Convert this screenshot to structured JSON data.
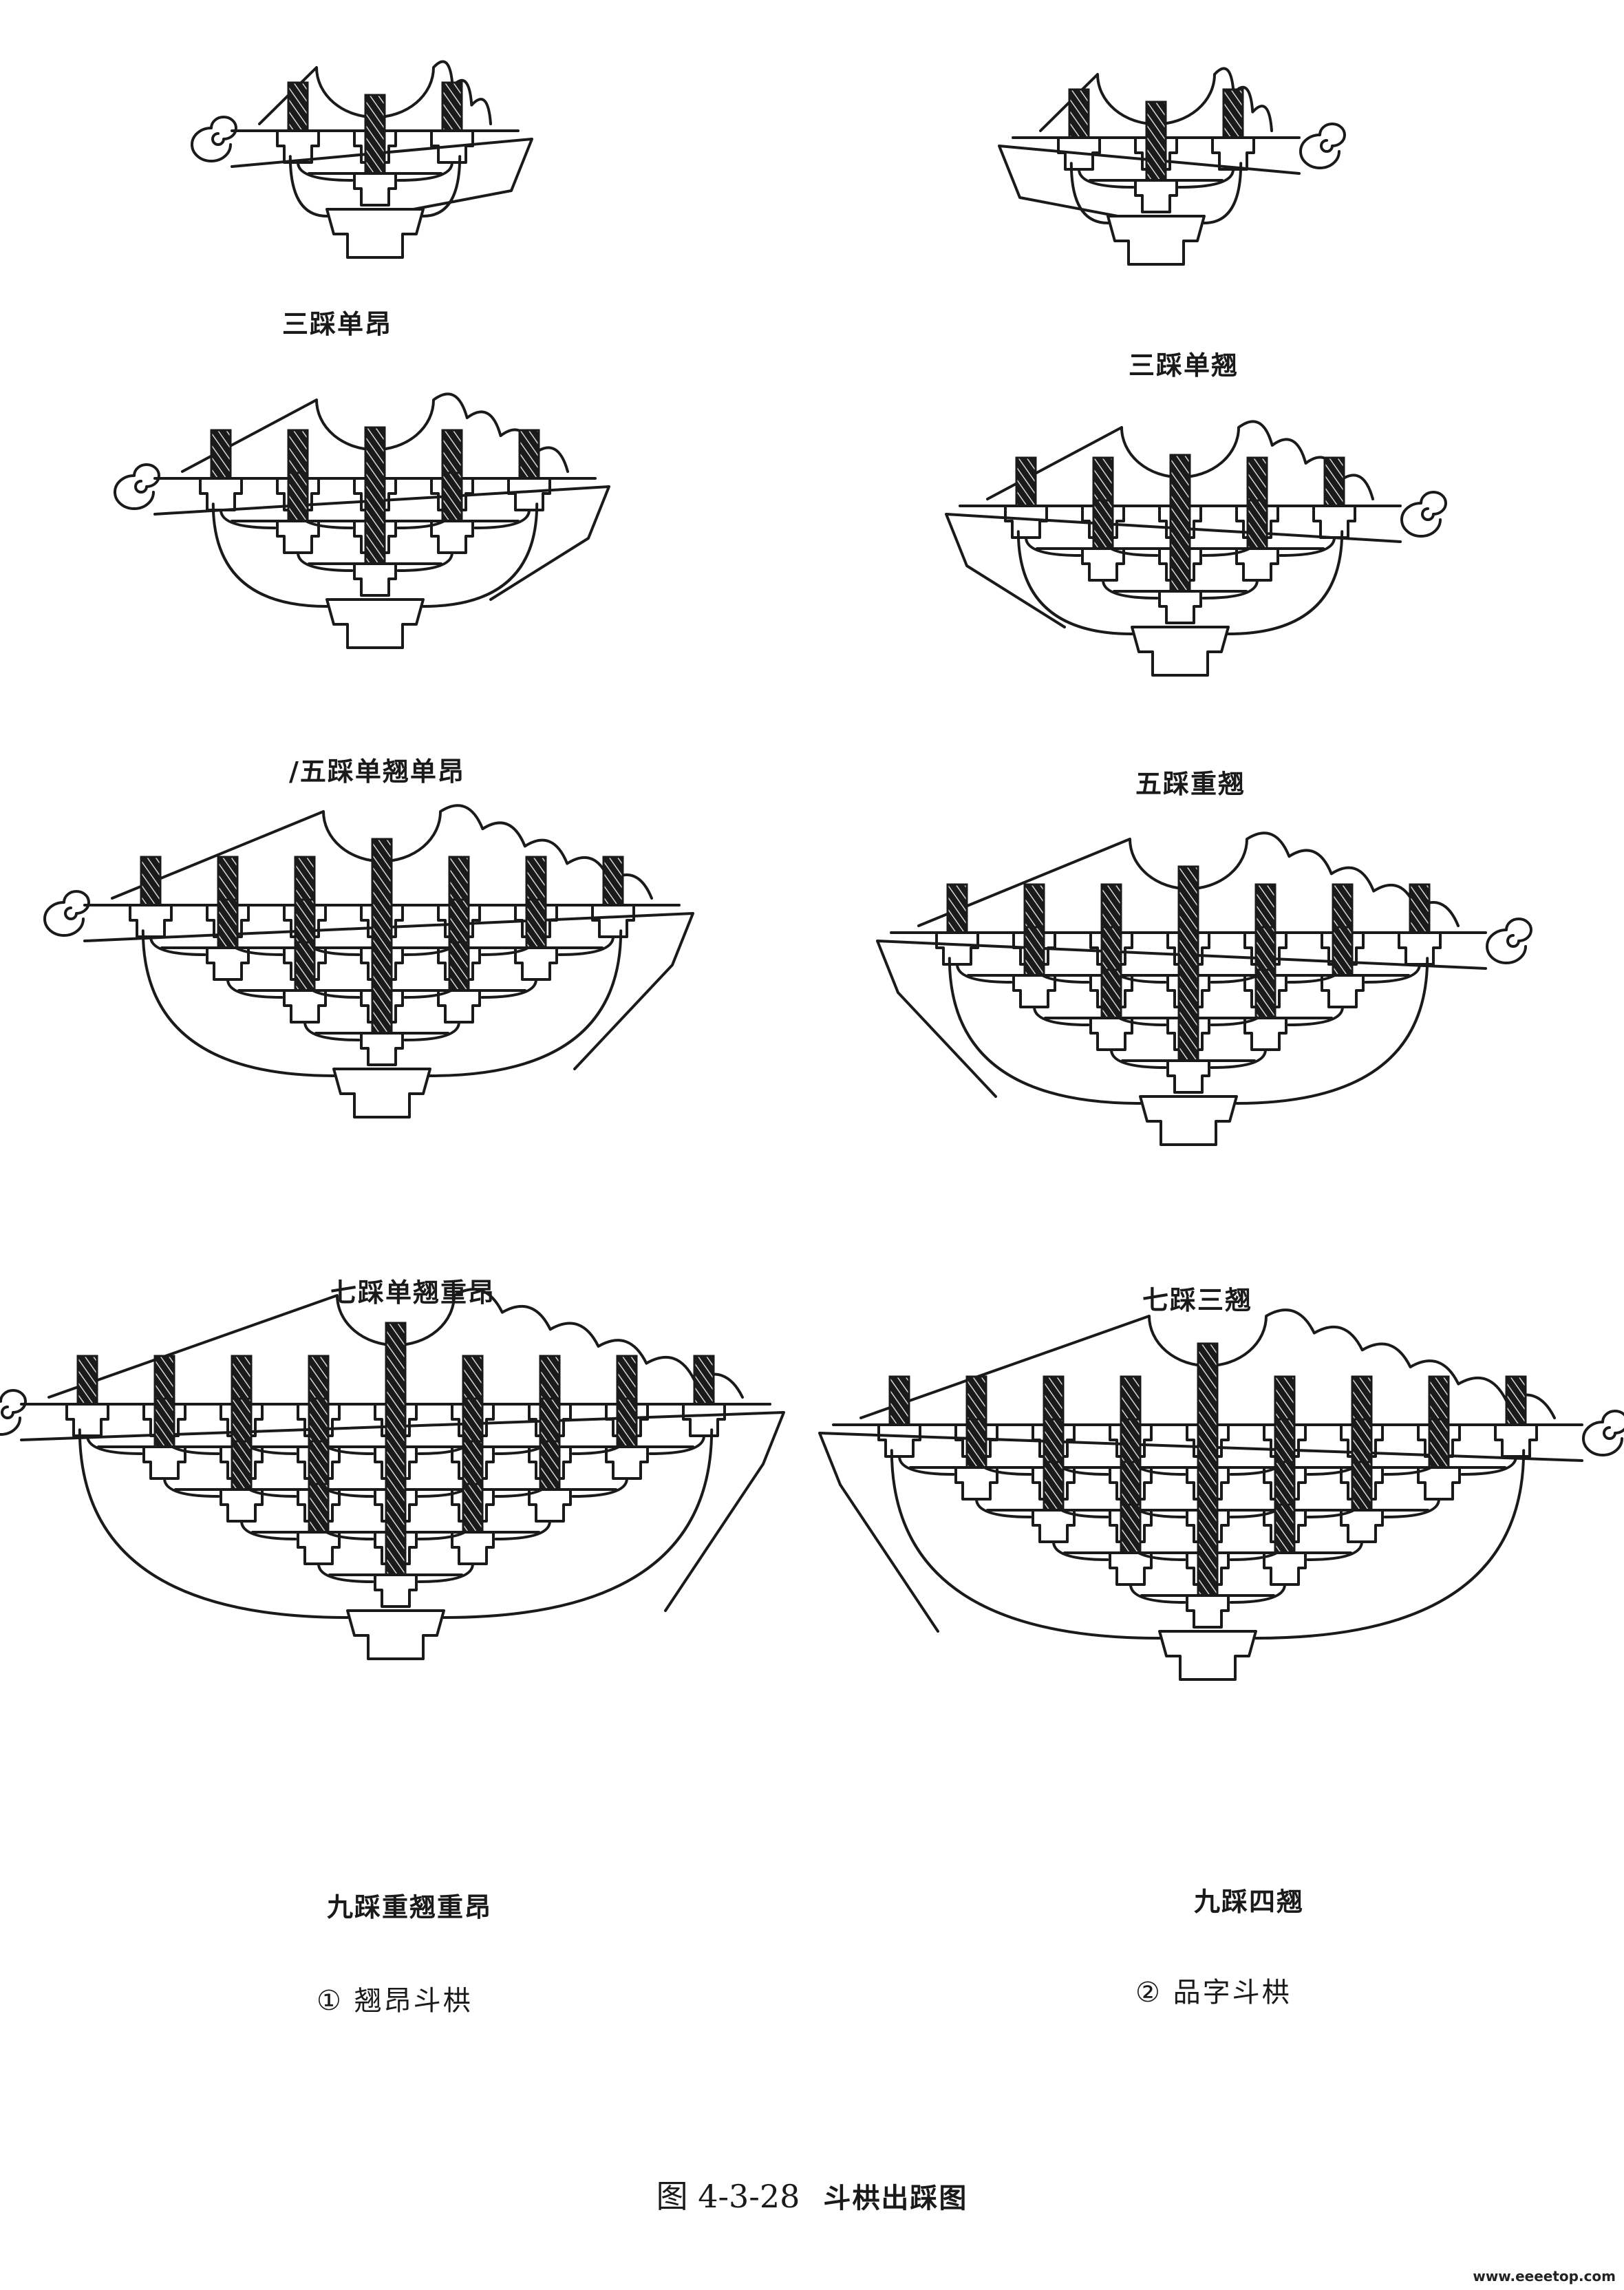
{
  "figure": {
    "number": "图 4-3-28",
    "title": "斗栱出踩图"
  },
  "groups": {
    "left": "① 翘昂斗栱",
    "right": "② 品字斗栱"
  },
  "panels": [
    {
      "id": "p1",
      "caption": "三踩单昂",
      "tiers": 1
    },
    {
      "id": "p2",
      "caption": "三踩单翘",
      "tiers": 1
    },
    {
      "id": "p3",
      "caption": "/五踩单翘单昂",
      "tiers": 2
    },
    {
      "id": "p4",
      "caption": "五踩重翘",
      "tiers": 2
    },
    {
      "id": "p5",
      "caption": "七踩单翘重昂",
      "tiers": 3
    },
    {
      "id": "p6",
      "caption": "七踩三翘",
      "tiers": 3
    },
    {
      "id": "p7",
      "caption": "九踩重翘重昂",
      "tiers": 4
    },
    {
      "id": "p8",
      "caption": "九踩四翘",
      "tiers": 4
    }
  ],
  "watermark": "www.eeeetop.com"
}
